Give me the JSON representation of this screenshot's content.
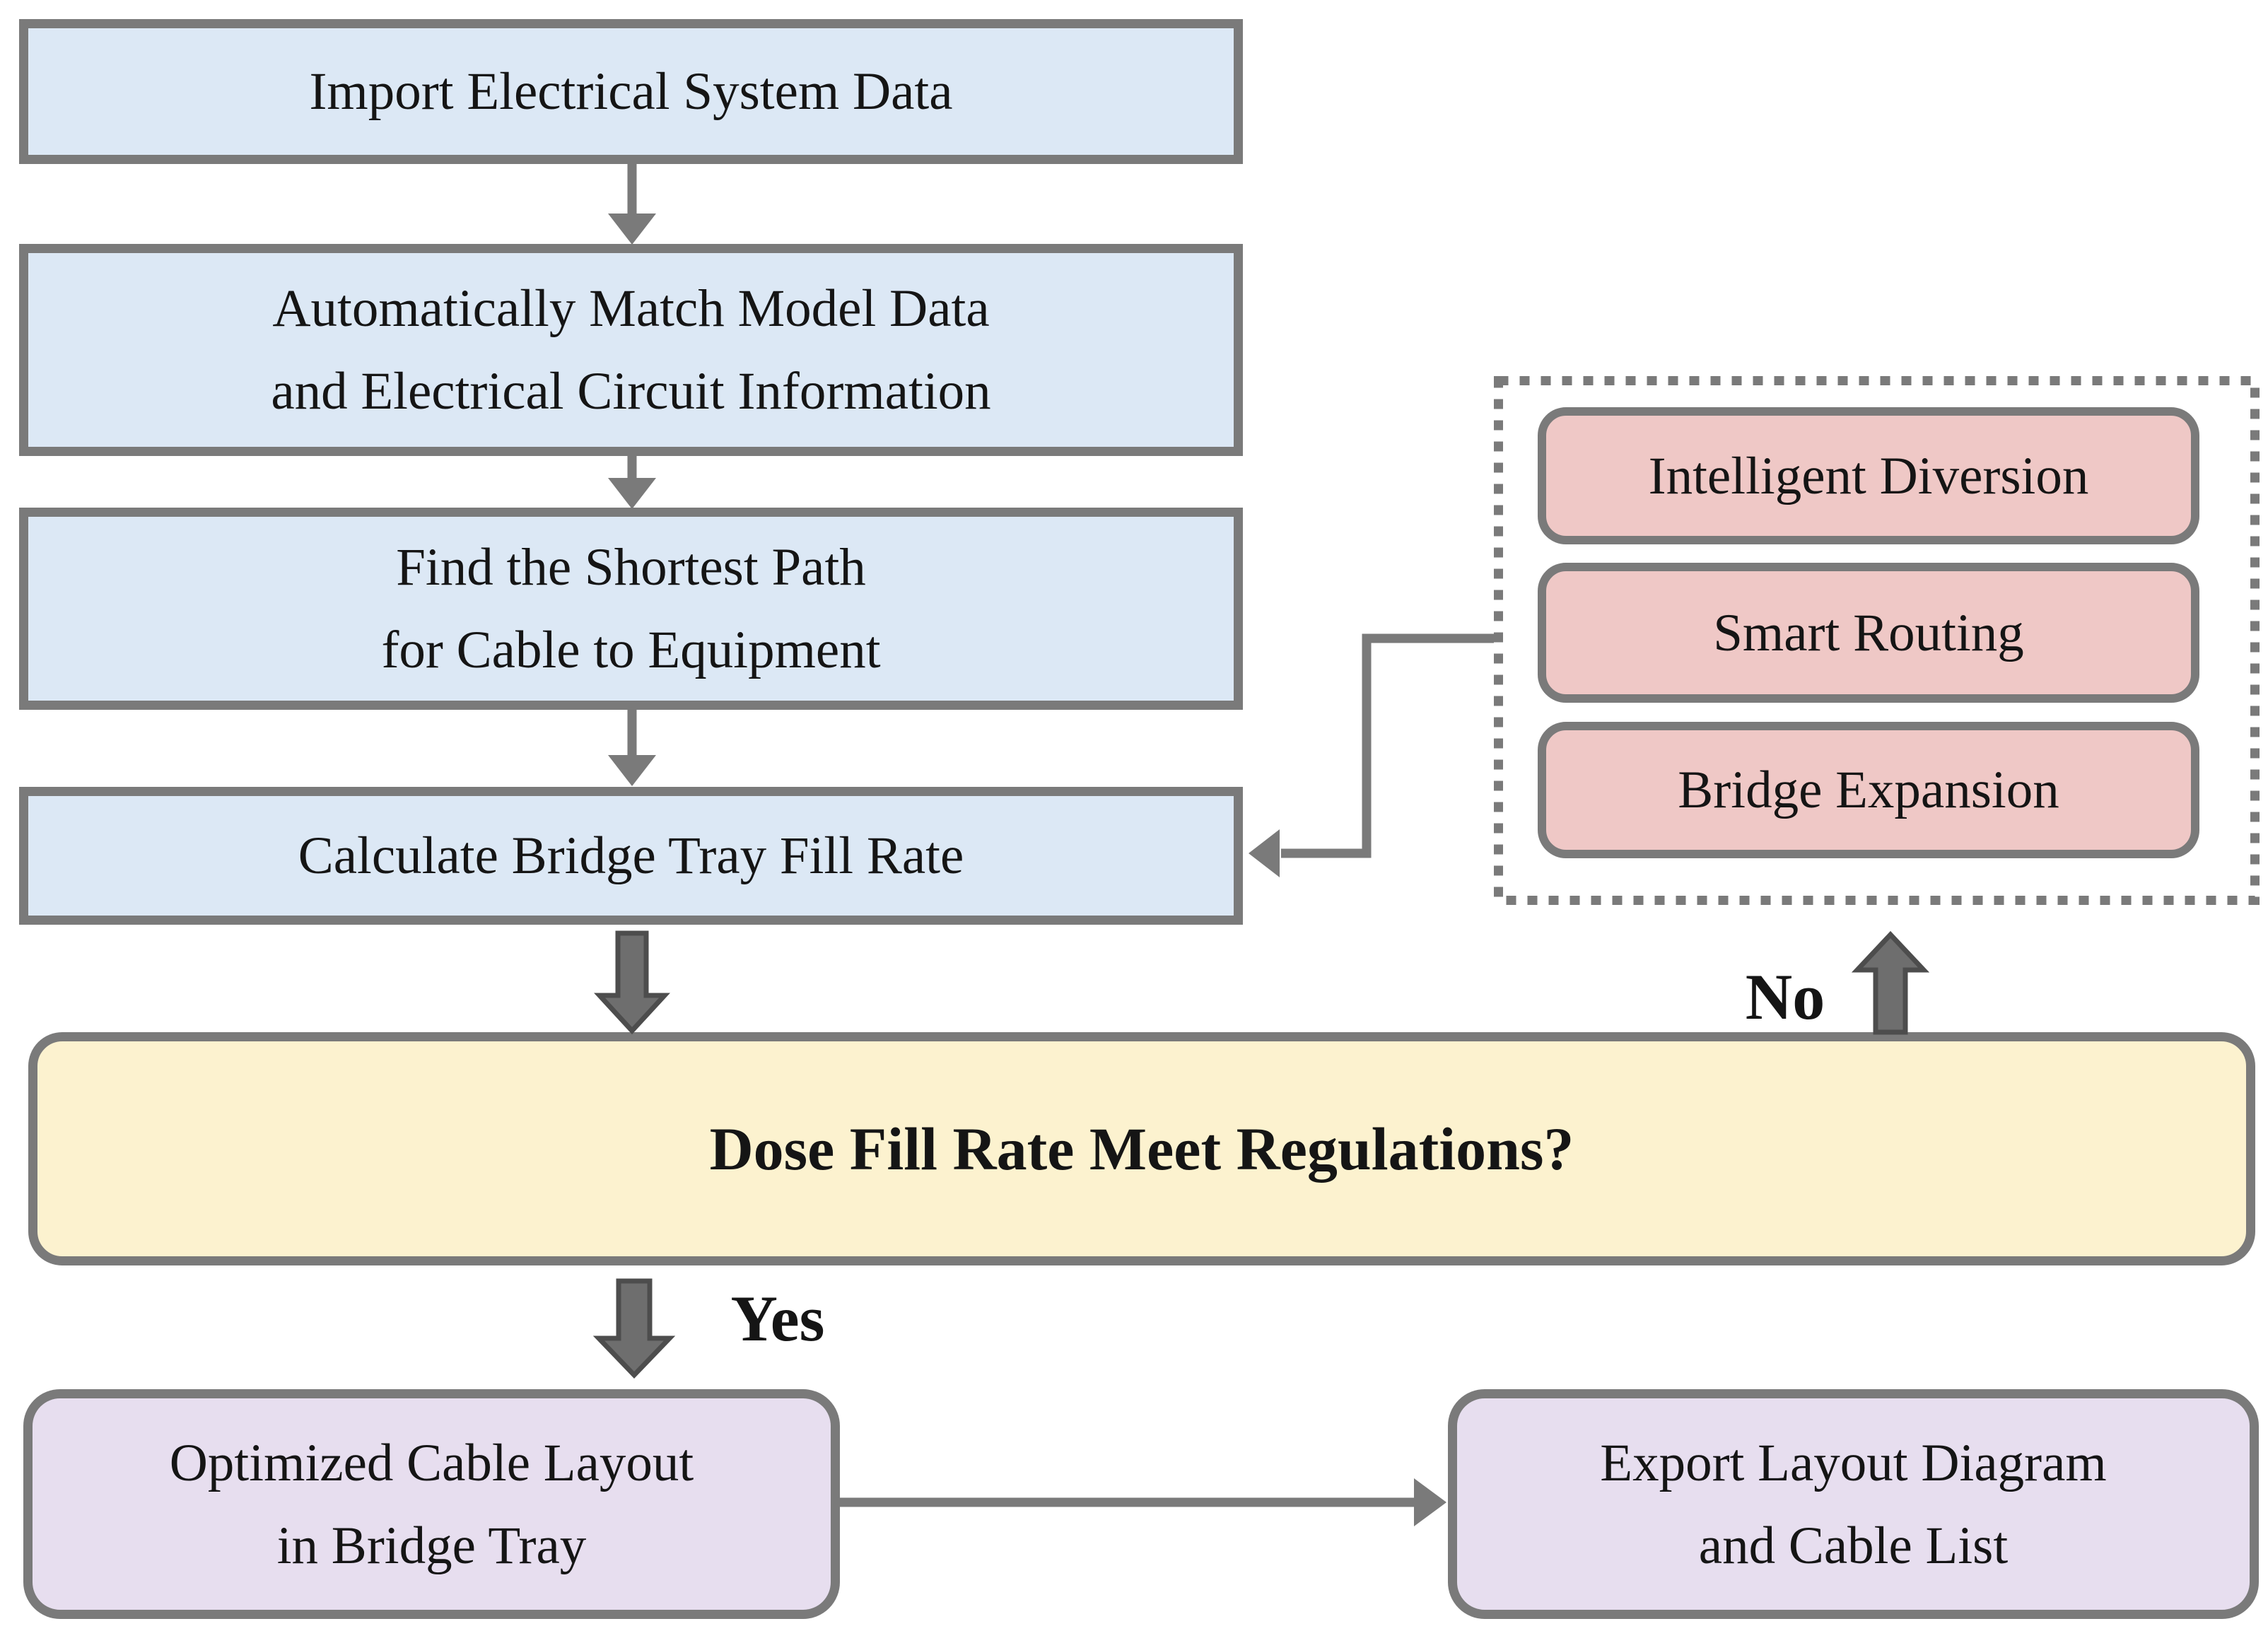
{
  "colors": {
    "process_fill": "#DCE8F5",
    "decision_fill": "#FCF2CF",
    "result_fill": "#E7DEEF",
    "strategy_fill": "#EFC8C6",
    "box_border": "#7A7A7A",
    "arrow": "#7A7A7A",
    "thick_arrow_fill": "#6E6E6E",
    "thick_arrow_outline": "#4D4D4D",
    "text": "#151515"
  },
  "flowchart": {
    "process_steps": [
      {
        "lines": [
          "Import Electrical System Data"
        ]
      },
      {
        "lines": [
          "Automatically Match Model Data",
          "and Electrical Circuit Information"
        ]
      },
      {
        "lines": [
          "Find the Shortest Path",
          "for Cable to Equipment"
        ]
      },
      {
        "lines": [
          "Calculate Bridge Tray Fill Rate"
        ]
      }
    ],
    "decision": {
      "label": "Dose Fill Rate Meet Regulations?"
    },
    "branch_labels": {
      "yes": "Yes",
      "no": "No"
    },
    "strategies": [
      {
        "label": "Intelligent Diversion"
      },
      {
        "label": "Smart Routing"
      },
      {
        "label": "Bridge Expansion"
      }
    ],
    "outputs": [
      {
        "lines": [
          "Optimized Cable Layout",
          "in Bridge Tray"
        ]
      },
      {
        "lines": [
          "Export Layout Diagram",
          "and Cable List"
        ]
      }
    ]
  }
}
